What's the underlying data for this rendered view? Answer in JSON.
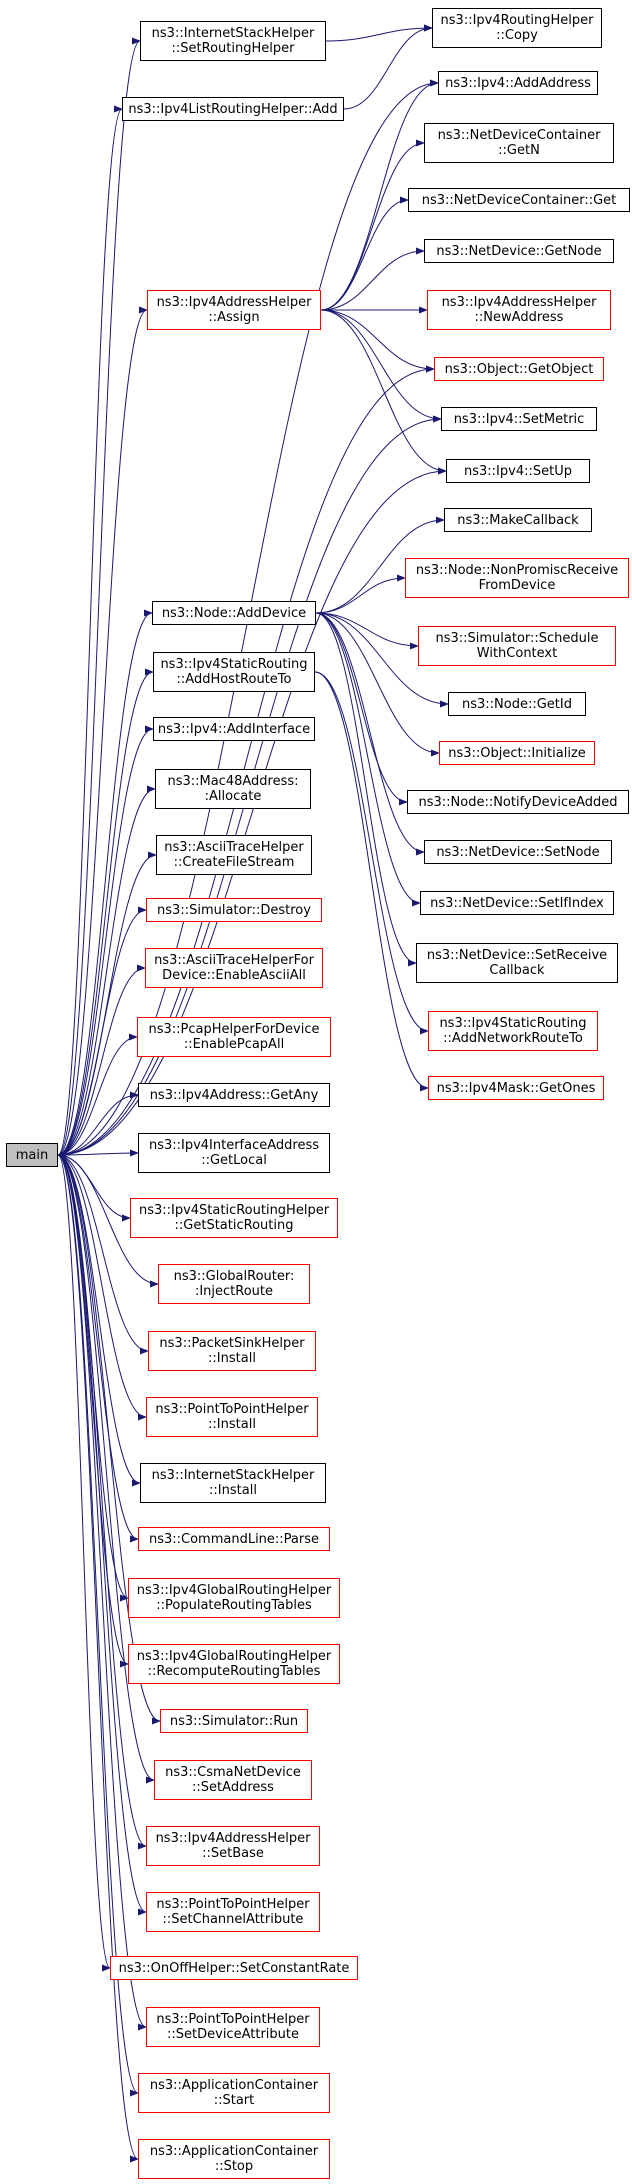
{
  "graph": {
    "edge_color": "#191970",
    "colors": {
      "normal_border": "#000000",
      "red_border": "#ff0000",
      "root_fill": "#bfbfbf"
    },
    "nodes": [
      {
        "id": "main",
        "lines": [
          "main"
        ],
        "style": "root"
      },
      {
        "id": "ish_setrouting",
        "lines": [
          "ns3::InternetStackHelper",
          "::SetRoutingHelper"
        ],
        "style": "normal"
      },
      {
        "id": "ipv4list_add",
        "lines": [
          "ns3::Ipv4ListRoutingHelper::Add"
        ],
        "style": "normal"
      },
      {
        "id": "ipv4rh_copy",
        "lines": [
          "ns3::Ipv4RoutingHelper",
          "::Copy"
        ],
        "style": "normal"
      },
      {
        "id": "ipv4_addaddress",
        "lines": [
          "ns3::Ipv4::AddAddress"
        ],
        "style": "normal"
      },
      {
        "id": "ndc_getn",
        "lines": [
          "ns3::NetDeviceContainer",
          "::GetN"
        ],
        "style": "normal"
      },
      {
        "id": "ndc_get",
        "lines": [
          "ns3::NetDeviceContainer::Get"
        ],
        "style": "normal"
      },
      {
        "id": "nd_getnode",
        "lines": [
          "ns3::NetDevice::GetNode"
        ],
        "style": "normal"
      },
      {
        "id": "iah_assign",
        "lines": [
          "ns3::Ipv4AddressHelper",
          "::Assign"
        ],
        "style": "red"
      },
      {
        "id": "iah_newaddress",
        "lines": [
          "ns3::Ipv4AddressHelper",
          "::NewAddress"
        ],
        "style": "red"
      },
      {
        "id": "obj_getobject",
        "lines": [
          "ns3::Object::GetObject"
        ],
        "style": "red"
      },
      {
        "id": "ipv4_setmetric",
        "lines": [
          "ns3::Ipv4::SetMetric"
        ],
        "style": "normal"
      },
      {
        "id": "ipv4_setup",
        "lines": [
          "ns3::Ipv4::SetUp"
        ],
        "style": "normal"
      },
      {
        "id": "makecallback",
        "lines": [
          "ns3::MakeCallback"
        ],
        "style": "normal"
      },
      {
        "id": "node_nonpromisc",
        "lines": [
          "ns3::Node::NonPromiscReceive",
          "FromDevice"
        ],
        "style": "red"
      },
      {
        "id": "node_adddevice",
        "lines": [
          "ns3::Node::AddDevice"
        ],
        "style": "normal"
      },
      {
        "id": "sim_schedulectx",
        "lines": [
          "ns3::Simulator::Schedule",
          "WithContext"
        ],
        "style": "red"
      },
      {
        "id": "isr_addhost",
        "lines": [
          "ns3::Ipv4StaticRouting",
          "::AddHostRouteTo"
        ],
        "style": "normal"
      },
      {
        "id": "node_getid",
        "lines": [
          "ns3::Node::GetId"
        ],
        "style": "normal"
      },
      {
        "id": "ipv4_addinterface",
        "lines": [
          "ns3::Ipv4::AddInterface"
        ],
        "style": "normal"
      },
      {
        "id": "obj_initialize",
        "lines": [
          "ns3::Object::Initialize"
        ],
        "style": "red"
      },
      {
        "id": "mac48_allocate",
        "lines": [
          "ns3::Mac48Address:",
          ":Allocate"
        ],
        "style": "normal"
      },
      {
        "id": "node_notify",
        "lines": [
          "ns3::Node::NotifyDeviceAdded"
        ],
        "style": "normal"
      },
      {
        "id": "ath_createfile",
        "lines": [
          "ns3::AsciiTraceHelper",
          "::CreateFileStream"
        ],
        "style": "normal"
      },
      {
        "id": "nd_setnode",
        "lines": [
          "ns3::NetDevice::SetNode"
        ],
        "style": "normal"
      },
      {
        "id": "sim_destroy",
        "lines": [
          "ns3::Simulator::Destroy"
        ],
        "style": "red"
      },
      {
        "id": "nd_setifindex",
        "lines": [
          "ns3::NetDevice::SetIfIndex"
        ],
        "style": "normal"
      },
      {
        "id": "athfd_enableasciiall",
        "lines": [
          "ns3::AsciiTraceHelperFor",
          "Device::EnableAsciiAll"
        ],
        "style": "red"
      },
      {
        "id": "nd_setreceive",
        "lines": [
          "ns3::NetDevice::SetReceive",
          "Callback"
        ],
        "style": "normal"
      },
      {
        "id": "isr_addnetwork",
        "lines": [
          "ns3::Ipv4StaticRouting",
          "::AddNetworkRouteTo"
        ],
        "style": "red"
      },
      {
        "id": "phfd_enablepcapall",
        "lines": [
          "ns3::PcapHelperForDevice",
          "::EnablePcapAll"
        ],
        "style": "red"
      },
      {
        "id": "ipv4mask_getones",
        "lines": [
          "ns3::Ipv4Mask::GetOnes"
        ],
        "style": "red"
      },
      {
        "id": "ipv4addr_getany",
        "lines": [
          "ns3::Ipv4Address::GetAny"
        ],
        "style": "normal"
      },
      {
        "id": "iia_getlocal",
        "lines": [
          "ns3::Ipv4InterfaceAddress",
          "::GetLocal"
        ],
        "style": "normal"
      },
      {
        "id": "isrh_getstatic",
        "lines": [
          "ns3::Ipv4StaticRoutingHelper",
          "::GetStaticRouting"
        ],
        "style": "red"
      },
      {
        "id": "gr_injectroute",
        "lines": [
          "ns3::GlobalRouter:",
          ":InjectRoute"
        ],
        "style": "red"
      },
      {
        "id": "psh_install",
        "lines": [
          "ns3::PacketSinkHelper",
          "::Install"
        ],
        "style": "red"
      },
      {
        "id": "ptph_install",
        "lines": [
          "ns3::PointToPointHelper",
          "::Install"
        ],
        "style": "red"
      },
      {
        "id": "ish_install",
        "lines": [
          "ns3::InternetStackHelper",
          "::Install"
        ],
        "style": "normal"
      },
      {
        "id": "cmd_parse",
        "lines": [
          "ns3::CommandLine::Parse"
        ],
        "style": "red"
      },
      {
        "id": "igrh_populate",
        "lines": [
          "ns3::Ipv4GlobalRoutingHelper",
          "::PopulateRoutingTables"
        ],
        "style": "red"
      },
      {
        "id": "igrh_recompute",
        "lines": [
          "ns3::Ipv4GlobalRoutingHelper",
          "::RecomputeRoutingTables"
        ],
        "style": "red"
      },
      {
        "id": "sim_run",
        "lines": [
          "ns3::Simulator::Run"
        ],
        "style": "red"
      },
      {
        "id": "csma_setaddress",
        "lines": [
          "ns3::CsmaNetDevice",
          "::SetAddress"
        ],
        "style": "red"
      },
      {
        "id": "iah_setbase",
        "lines": [
          "ns3::Ipv4AddressHelper",
          "::SetBase"
        ],
        "style": "red"
      },
      {
        "id": "ptph_setchannel",
        "lines": [
          "ns3::PointToPointHelper",
          "::SetChannelAttribute"
        ],
        "style": "red"
      },
      {
        "id": "onoff_setrate",
        "lines": [
          "ns3::OnOffHelper::SetConstantRate"
        ],
        "style": "red"
      },
      {
        "id": "ptph_setdevice",
        "lines": [
          "ns3::PointToPointHelper",
          "::SetDeviceAttribute"
        ],
        "style": "red"
      },
      {
        "id": "ac_start",
        "lines": [
          "ns3::ApplicationContainer",
          "::Start"
        ],
        "style": "red"
      },
      {
        "id": "ac_stop",
        "lines": [
          "ns3::ApplicationContainer",
          "::Stop"
        ],
        "style": "red"
      }
    ],
    "edges": [
      [
        "main",
        "ish_setrouting"
      ],
      [
        "main",
        "ipv4list_add"
      ],
      [
        "main",
        "ipv4_addaddress"
      ],
      [
        "main",
        "iah_assign"
      ],
      [
        "main",
        "obj_getobject"
      ],
      [
        "main",
        "ipv4_setmetric"
      ],
      [
        "main",
        "ipv4_setup"
      ],
      [
        "main",
        "node_adddevice"
      ],
      [
        "main",
        "isr_addhost"
      ],
      [
        "main",
        "ipv4_addinterface"
      ],
      [
        "main",
        "mac48_allocate"
      ],
      [
        "main",
        "ath_createfile"
      ],
      [
        "main",
        "sim_destroy"
      ],
      [
        "main",
        "athfd_enableasciiall"
      ],
      [
        "main",
        "phfd_enablepcapall"
      ],
      [
        "main",
        "ipv4addr_getany"
      ],
      [
        "main",
        "iia_getlocal"
      ],
      [
        "main",
        "isrh_getstatic"
      ],
      [
        "main",
        "gr_injectroute"
      ],
      [
        "main",
        "psh_install"
      ],
      [
        "main",
        "ptph_install"
      ],
      [
        "main",
        "ish_install"
      ],
      [
        "main",
        "cmd_parse"
      ],
      [
        "main",
        "igrh_populate"
      ],
      [
        "main",
        "igrh_recompute"
      ],
      [
        "main",
        "sim_run"
      ],
      [
        "main",
        "csma_setaddress"
      ],
      [
        "main",
        "iah_setbase"
      ],
      [
        "main",
        "ptph_setchannel"
      ],
      [
        "main",
        "onoff_setrate"
      ],
      [
        "main",
        "ptph_setdevice"
      ],
      [
        "main",
        "ac_start"
      ],
      [
        "main",
        "ac_stop"
      ],
      [
        "ish_setrouting",
        "ipv4rh_copy"
      ],
      [
        "ipv4list_add",
        "ipv4rh_copy"
      ],
      [
        "iah_assign",
        "ipv4_addaddress"
      ],
      [
        "iah_assign",
        "ndc_getn"
      ],
      [
        "iah_assign",
        "ndc_get"
      ],
      [
        "iah_assign",
        "nd_getnode"
      ],
      [
        "iah_assign",
        "iah_newaddress"
      ],
      [
        "iah_assign",
        "obj_getobject"
      ],
      [
        "iah_assign",
        "ipv4_setmetric"
      ],
      [
        "iah_assign",
        "ipv4_setup"
      ],
      [
        "node_adddevice",
        "makecallback"
      ],
      [
        "node_adddevice",
        "node_nonpromisc"
      ],
      [
        "node_adddevice",
        "sim_schedulectx"
      ],
      [
        "node_adddevice",
        "node_getid"
      ],
      [
        "node_adddevice",
        "obj_initialize"
      ],
      [
        "node_adddevice",
        "node_notify"
      ],
      [
        "node_adddevice",
        "nd_setnode"
      ],
      [
        "node_adddevice",
        "nd_setifindex"
      ],
      [
        "node_adddevice",
        "nd_setreceive"
      ],
      [
        "isr_addhost",
        "isr_addnetwork"
      ],
      [
        "isr_addhost",
        "ipv4mask_getones"
      ]
    ]
  }
}
